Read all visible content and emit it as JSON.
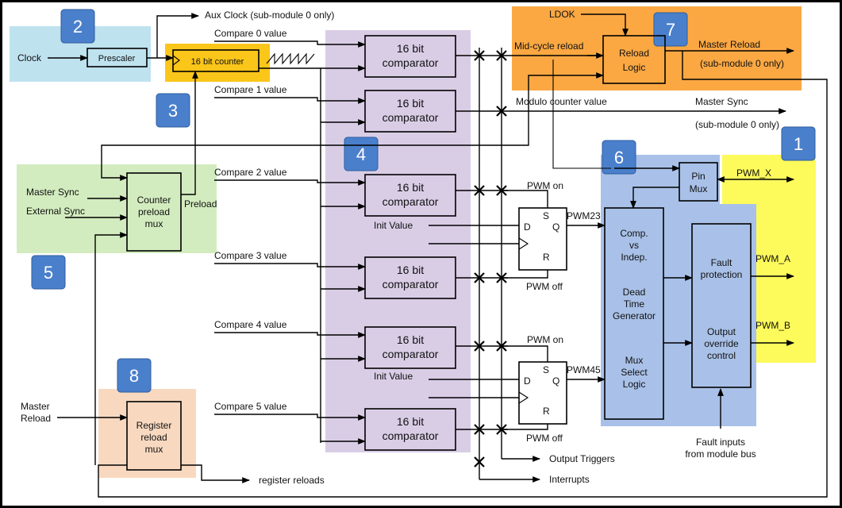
{
  "regions": {
    "r1": {
      "badge": "1"
    },
    "r2": {
      "badge": "2"
    },
    "r3": {
      "badge": "3"
    },
    "r4": {
      "badge": "4"
    },
    "r5": {
      "badge": "5"
    },
    "r6": {
      "badge": "6"
    },
    "r7": {
      "badge": "7"
    },
    "r8": {
      "badge": "8"
    }
  },
  "colors": {
    "region1": "#fdfa5b",
    "region2": "#bfe2ef",
    "region3": "#fbc61a",
    "region4": "#d9cde6",
    "region5": "#d3ecbf",
    "region6": "#a9c1e8",
    "region7": "#fba843",
    "region8": "#f8d9c0",
    "badge": "#4a7fcb"
  },
  "blocks": {
    "prescaler": "Prescaler",
    "counter16": "16 bit counter",
    "comparator_line1": "16 bit",
    "comparator_line2": "comparator",
    "preload_mux": [
      "Counter",
      "preload",
      "mux"
    ],
    "reg_reload_mux": [
      "Register",
      "reload",
      "mux"
    ],
    "reload_logic": [
      "Reload",
      "Logic"
    ],
    "pin_mux": [
      "Pin",
      "Mux"
    ],
    "deadtime": [
      "Comp.",
      "vs",
      "Indep.",
      "Dead",
      "Time",
      "Generator",
      "Mux",
      "Select",
      "Logic"
    ],
    "fault": [
      "Fault",
      "protection",
      "Output",
      "override",
      "control"
    ],
    "ff_pins": {
      "s": "S",
      "d": "D",
      "q": "Q",
      "r": "R"
    }
  },
  "signals": {
    "clock": "Clock",
    "aux_clock": "Aux Clock (sub-module 0 only)",
    "compare": [
      "Compare 0 value",
      "Compare 1 value",
      "Compare 2 value",
      "Compare 3 value",
      "Compare 4 value",
      "Compare 5 value"
    ],
    "master_sync_in": "Master Sync",
    "external_sync": "External Sync",
    "preload": "Preload",
    "master_reload_in": [
      "Master",
      "Reload"
    ],
    "register_reloads": "register reloads",
    "ldok": "LDOK",
    "mid_cycle_reload": "Mid-cycle reload",
    "master_reload_out": "Master Reload",
    "master_reload_note": "(sub-module 0 only)",
    "modulo_counter": "Modulo counter value",
    "master_sync_out": "Master Sync",
    "master_sync_note": "(sub-module 0 only)",
    "pwm_x": "PWM_X",
    "pwm_on": "PWM on",
    "pwm_off": "PWM off",
    "init_value": "Init Value",
    "pwm23": "PWM23",
    "pwm45": "PWM45",
    "pwm_a": "PWM_A",
    "pwm_b": "PWM_B",
    "fault_inputs": [
      "Fault inputs",
      "from module bus"
    ],
    "output_triggers": "Output Triggers",
    "interrupts": "Interrupts"
  }
}
